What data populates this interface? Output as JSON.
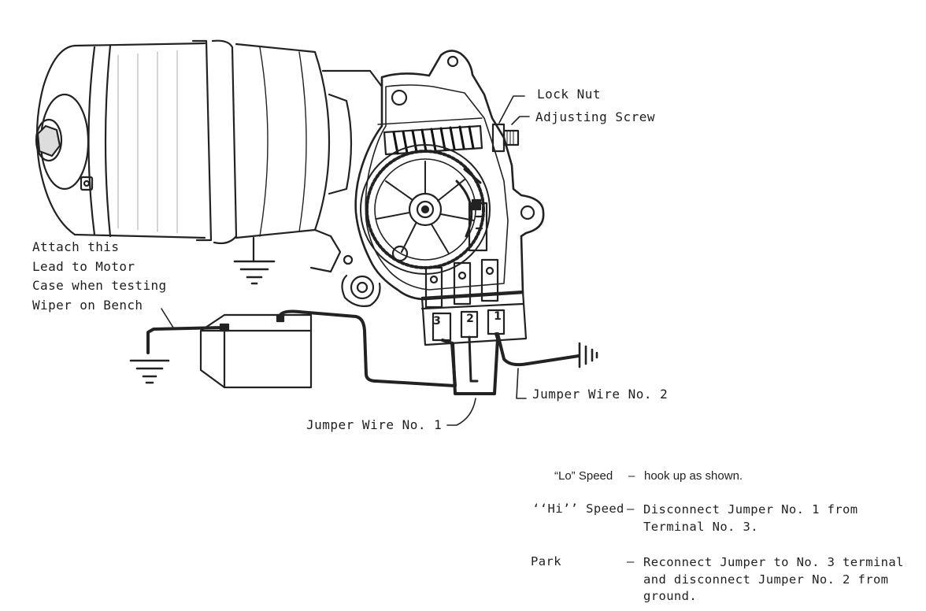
{
  "labels": {
    "lock_nut": "Lock Nut",
    "adjusting_screw": "Adjusting Screw",
    "attach_lead": [
      "Attach this",
      "Lead to Motor",
      "Case when testing",
      "Wiper on Bench"
    ],
    "jumper_wire_2": "Jumper Wire No. 2",
    "jumper_wire_1": "Jumper Wire No. 1"
  },
  "terminals": [
    "3",
    "2",
    "1"
  ],
  "notes": {
    "lo": {
      "name": "“Lo” Speed",
      "dash": "–",
      "text": "hook up as shown."
    },
    "hi": {
      "name": "‘‘Hi’’ Speed",
      "dash": "–",
      "lines": [
        "Disconnect Jumper No. 1 from",
        "Terminal No. 3."
      ]
    },
    "park": {
      "name": "Park",
      "dash": "–",
      "lines": [
        "Reconnect Jumper to No. 3 terminal",
        "and disconnect Jumper No. 2 from",
        "ground."
      ]
    }
  },
  "colors": {
    "ink": "#222222",
    "paper": "#ffffff"
  }
}
